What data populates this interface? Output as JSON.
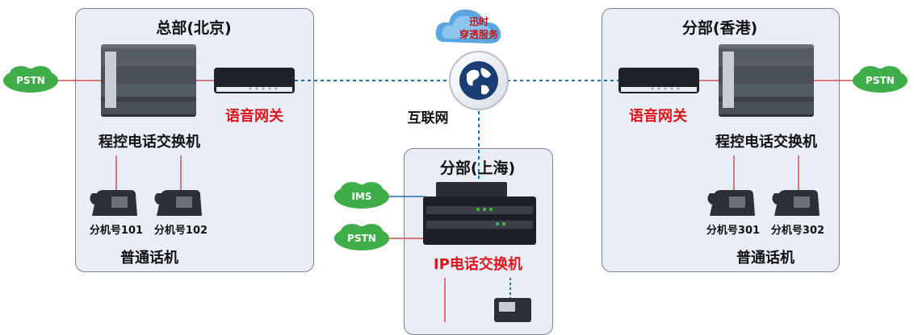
{
  "internet": {
    "label": "互联网",
    "cloud_label_line1": "迅时",
    "cloud_label_line2": "穿透服务"
  },
  "beijing": {
    "title": "总部(北京)",
    "pbx_label": "程控电话交换机",
    "gateway_label": "语音网关",
    "pstn_label": "PSTN",
    "phones": [
      {
        "label": "分机号101"
      },
      {
        "label": "分机号102"
      }
    ],
    "phones_caption": "普通话机"
  },
  "hongkong": {
    "title": "分部(香港)",
    "pbx_label": "程控电话交换机",
    "gateway_label": "语音网关",
    "pstn_label": "PSTN",
    "phones": [
      {
        "label": "分机号301"
      },
      {
        "label": "分机号302"
      }
    ],
    "phones_caption": "普通话机"
  },
  "shanghai": {
    "title": "分部(上海)",
    "ims_label": "IMS",
    "pstn_label": "PSTN",
    "pbx_label": "IP电话交换机"
  },
  "colors": {
    "panel": "#e8edf6",
    "accent_red": "#e0141b",
    "link_blue": "#1f6fb5",
    "cloud_green": "#3fae49",
    "cloud_blue": "#5aa6e0"
  }
}
